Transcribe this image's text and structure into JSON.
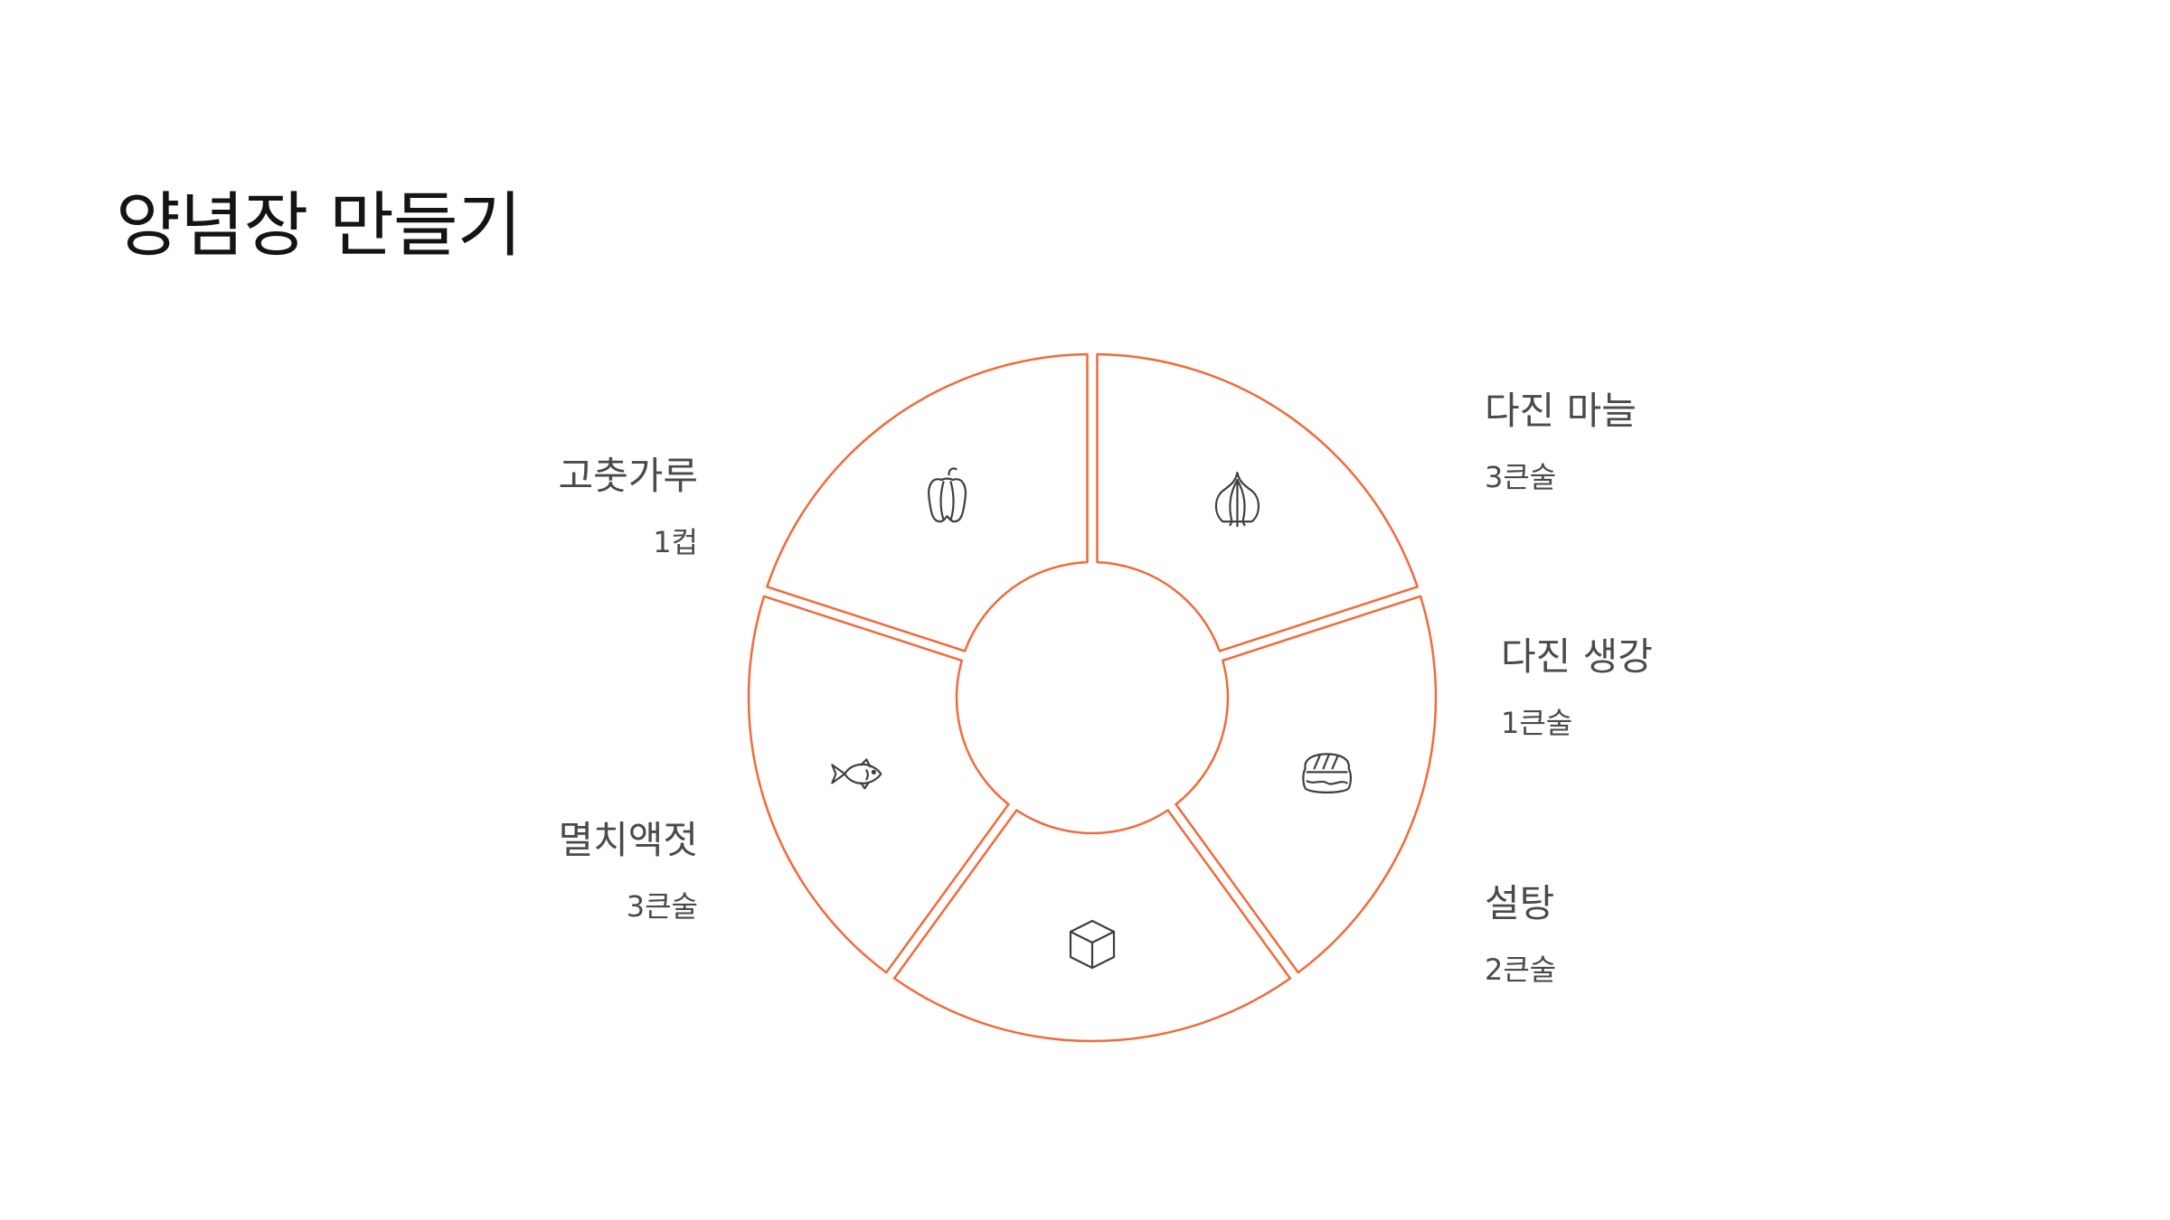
{
  "title": "양념장 만들기",
  "colors": {
    "segment_stroke": "#f26a3a",
    "icon_stroke": "#3f3f3f",
    "text": "#4a4a4a",
    "title": "#141414"
  },
  "ingredients": [
    {
      "name": "다진 마늘",
      "amount": "3큰술",
      "icon": "garlic-icon"
    },
    {
      "name": "다진 생강",
      "amount": "1큰술",
      "icon": "ginger-icon"
    },
    {
      "name": "설탕",
      "amount": "2큰술",
      "icon": "sugar-cube-icon"
    },
    {
      "name": "멸치액젓",
      "amount": "3큰술",
      "icon": "fish-icon"
    },
    {
      "name": "고춧가루",
      "amount": "1컵",
      "icon": "bell-pepper-icon"
    }
  ]
}
